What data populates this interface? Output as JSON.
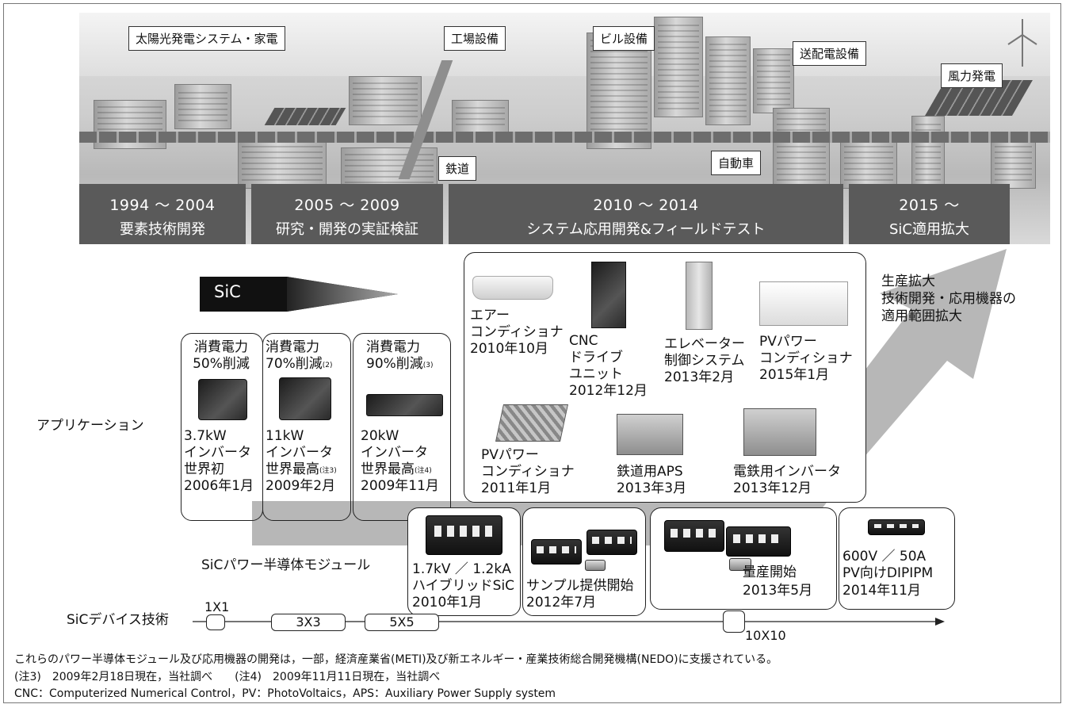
{
  "banner": {
    "labels": {
      "solar": "太陽光発電システム・家電",
      "factory": "工場設備",
      "building": "ビル設備",
      "transmission": "送配電設備",
      "wind": "風力発電",
      "railway": "鉄道",
      "car": "自動車"
    },
    "eras": [
      {
        "years": "1994 ～ 2004",
        "text": "要素技術開発"
      },
      {
        "years": "2005 ～ 2009",
        "text": "研究・開発の実証検証"
      },
      {
        "years": "2010 ～ 2014",
        "text": "システム応用開発&フィールドテスト"
      },
      {
        "years": "2015 ～",
        "text": "SiC適用拡大"
      }
    ]
  },
  "sic_label": "SiC",
  "expansion": [
    "生産拡大",
    "技術開発・応用機器の",
    "適用範囲拡大"
  ],
  "row_labels": {
    "application": "アプリケーション",
    "module": "SiCパワー半導体モジュール",
    "device": "SiCデバイス技術"
  },
  "inverters": [
    {
      "saving": [
        "消費電力",
        "50%削減"
      ],
      "note": "",
      "name": [
        "3.7kW",
        "インバータ",
        "世界初",
        "2006年1月"
      ],
      "name_note": ""
    },
    {
      "saving": [
        "消費電力",
        "70%削減"
      ],
      "note": "(2)",
      "name": [
        "11kW",
        "インバータ",
        "世界最高",
        "2009年2月"
      ],
      "name_note": "(注3)"
    },
    {
      "saving": [
        "消費電力",
        "90%削減"
      ],
      "note": "(3)",
      "name": [
        "20kW",
        "インバータ",
        "世界最高",
        "2009年11月"
      ],
      "name_note": "(注4)"
    }
  ],
  "applications": {
    "aircon": [
      "エアー",
      "コンディショナ",
      "2010年10月"
    ],
    "cnc": [
      "CNC",
      "ドライブ",
      "ユニット",
      "2012年12月"
    ],
    "elevator": [
      "エレベーター",
      "制御システム",
      "2013年2月"
    ],
    "pv2015": [
      "PVパワー",
      "コンディショナ",
      "2015年1月"
    ],
    "pv2011": [
      "PVパワー",
      "コンディショナ",
      "2011年1月"
    ],
    "aps": [
      "鉄道用APS",
      "2013年3月"
    ],
    "railinv": [
      "電鉄用インバータ",
      "2013年12月"
    ]
  },
  "modules": [
    {
      "lines": [
        "1.7kV ／ 1.2kA",
        "ハイブリッドSiC",
        "2010年1月"
      ]
    },
    {
      "lines": [
        "サンプル提供開始",
        "2012年7月"
      ]
    },
    {
      "lines": [
        "量産開始",
        "2013年5月"
      ]
    },
    {
      "lines": [
        "600V ／ 50A",
        "PV向けDIPIPM",
        "2014年11月"
      ]
    }
  ],
  "devices": {
    "d1": "1X1",
    "d2": "3X3",
    "d3": "5X5",
    "d4": "10X10"
  },
  "footnotes": [
    "これらのパワー半導体モジュール及び応用機器の開発は，一部，経済産業省(METI)及び新エネルギー・産業技術総合開発機構(NEDO)に支援されている。",
    "(注3)　2009年2月18日現在，当社調べ　　(注4)　2009年11月11日現在，当社調べ",
    "CNC：Computerized Numerical Control，PV：PhotoVoltaics，APS：Auxiliary Power Supply system"
  ]
}
